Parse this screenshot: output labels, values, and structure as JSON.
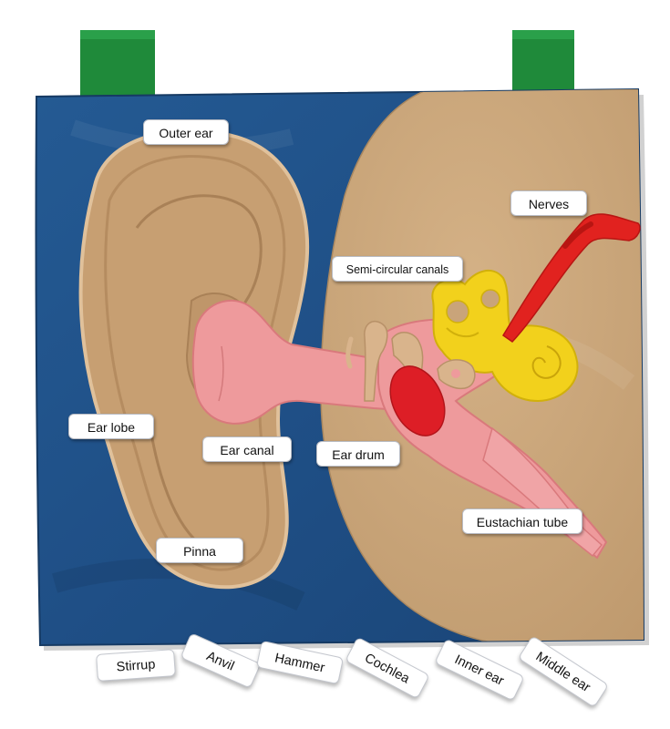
{
  "colors": {
    "background": "#ffffff",
    "cloth_blue": "#1f4f86",
    "skin_tan": "#c9a47a",
    "ear_pink": "#ee9a9c",
    "ossicle_tan": "#d9b48c",
    "cochlea_yellow": "#f2d11c",
    "nerve_red": "#e1221f",
    "eardrum_red": "#dd1e26",
    "tab_green": "#1f8a3a"
  },
  "board_labels": {
    "outer_ear": "Outer ear",
    "nerves": "Nerves",
    "semicircular_canals": "Semi-circular canals",
    "ear_lobe": "Ear lobe",
    "ear_canal": "Ear canal",
    "ear_drum": "Ear drum",
    "eustachian_tube": "Eustachian tube",
    "pinna": "Pinna"
  },
  "loose_labels": {
    "stirrup": "Stirrup",
    "anvil": "Anvil",
    "hammer": "Hammer",
    "cochlea": "Cochlea",
    "inner_ear": "Inner ear",
    "middle_ear": "Middle ear"
  }
}
